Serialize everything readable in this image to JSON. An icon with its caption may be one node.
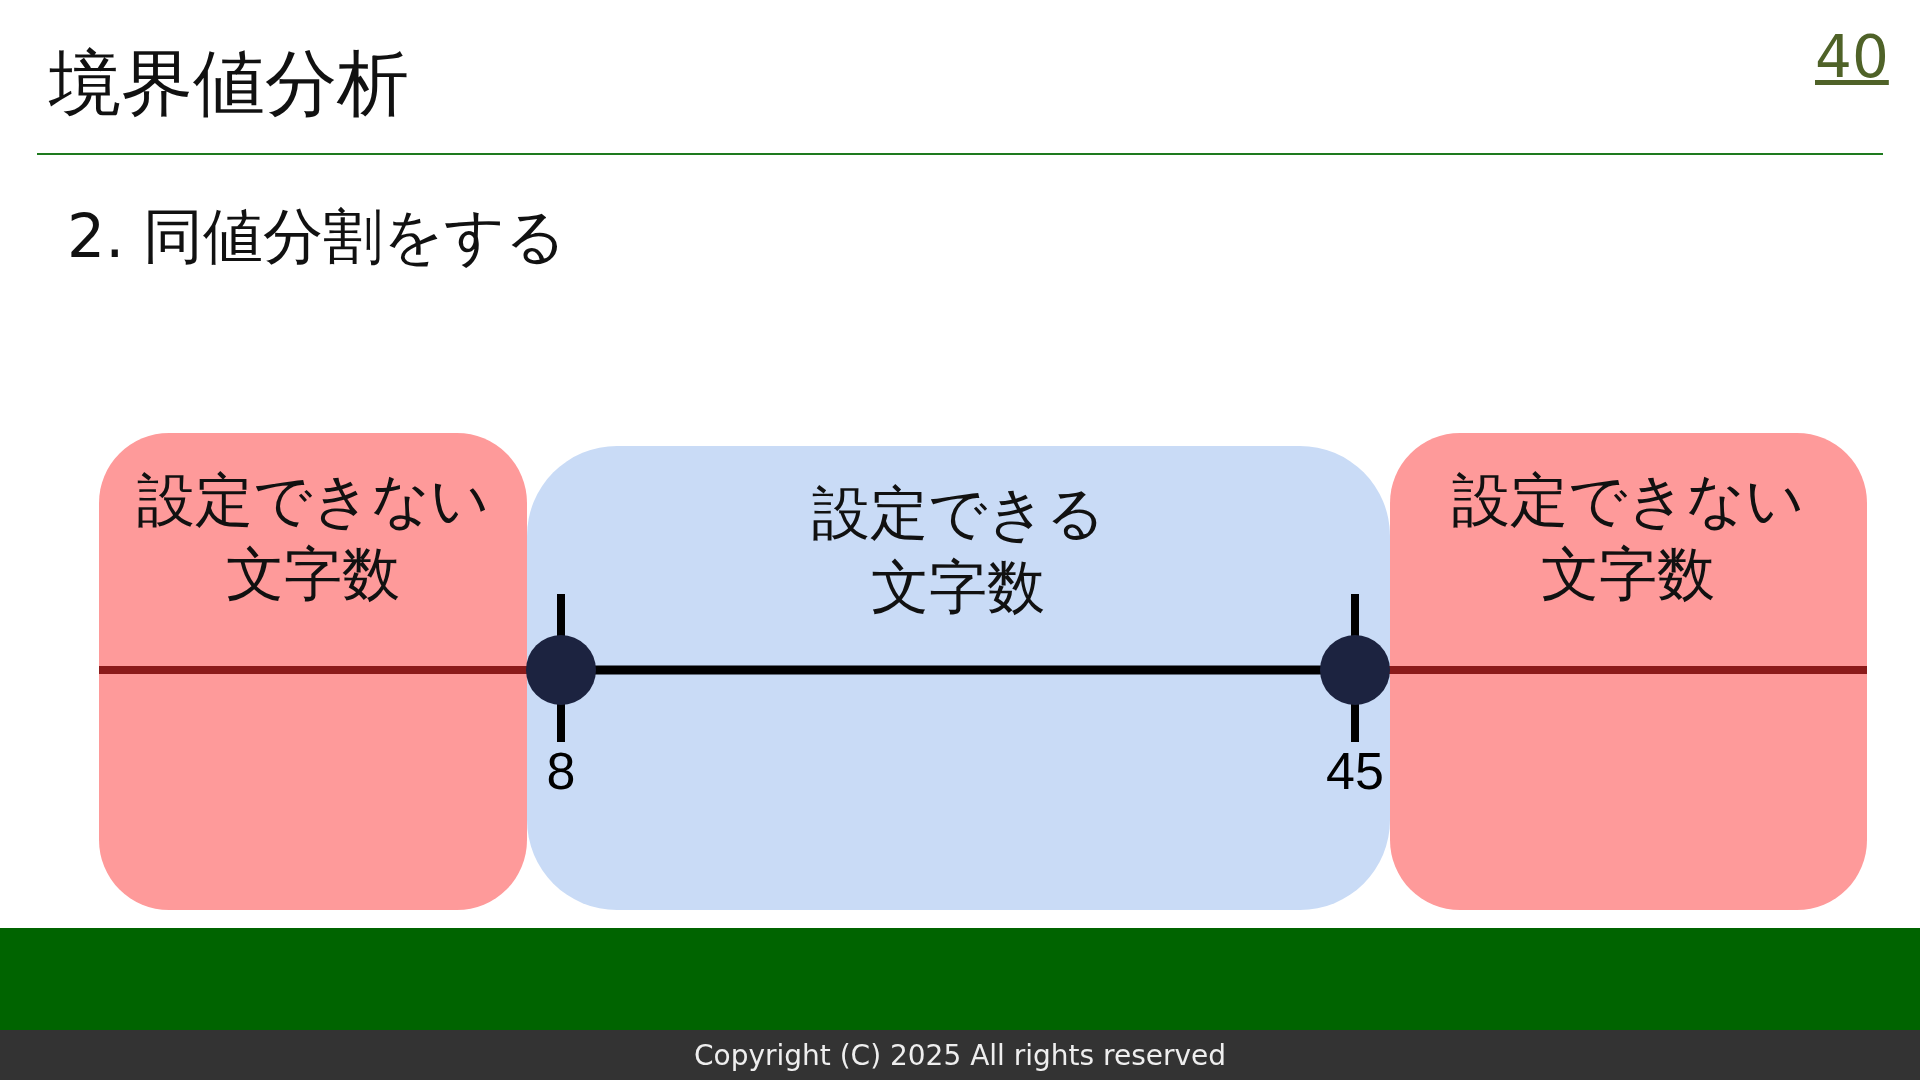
{
  "diagram": {
    "title": "境界値分析",
    "nodes": [
      {
        "text": [
          "設定できない文字数"
        ]
      },
      {
        "text": [
          "設定できる文字数"
        ]
      },
      {
        "text": [
          "設定できない文字数"
        ]
      }
    ],
    "labels": [
      "40",
      "2. 同値分割をする",
      "8",
      "45",
      "Copyright (C) 2025 All rights reserved"
    ]
  }
}
